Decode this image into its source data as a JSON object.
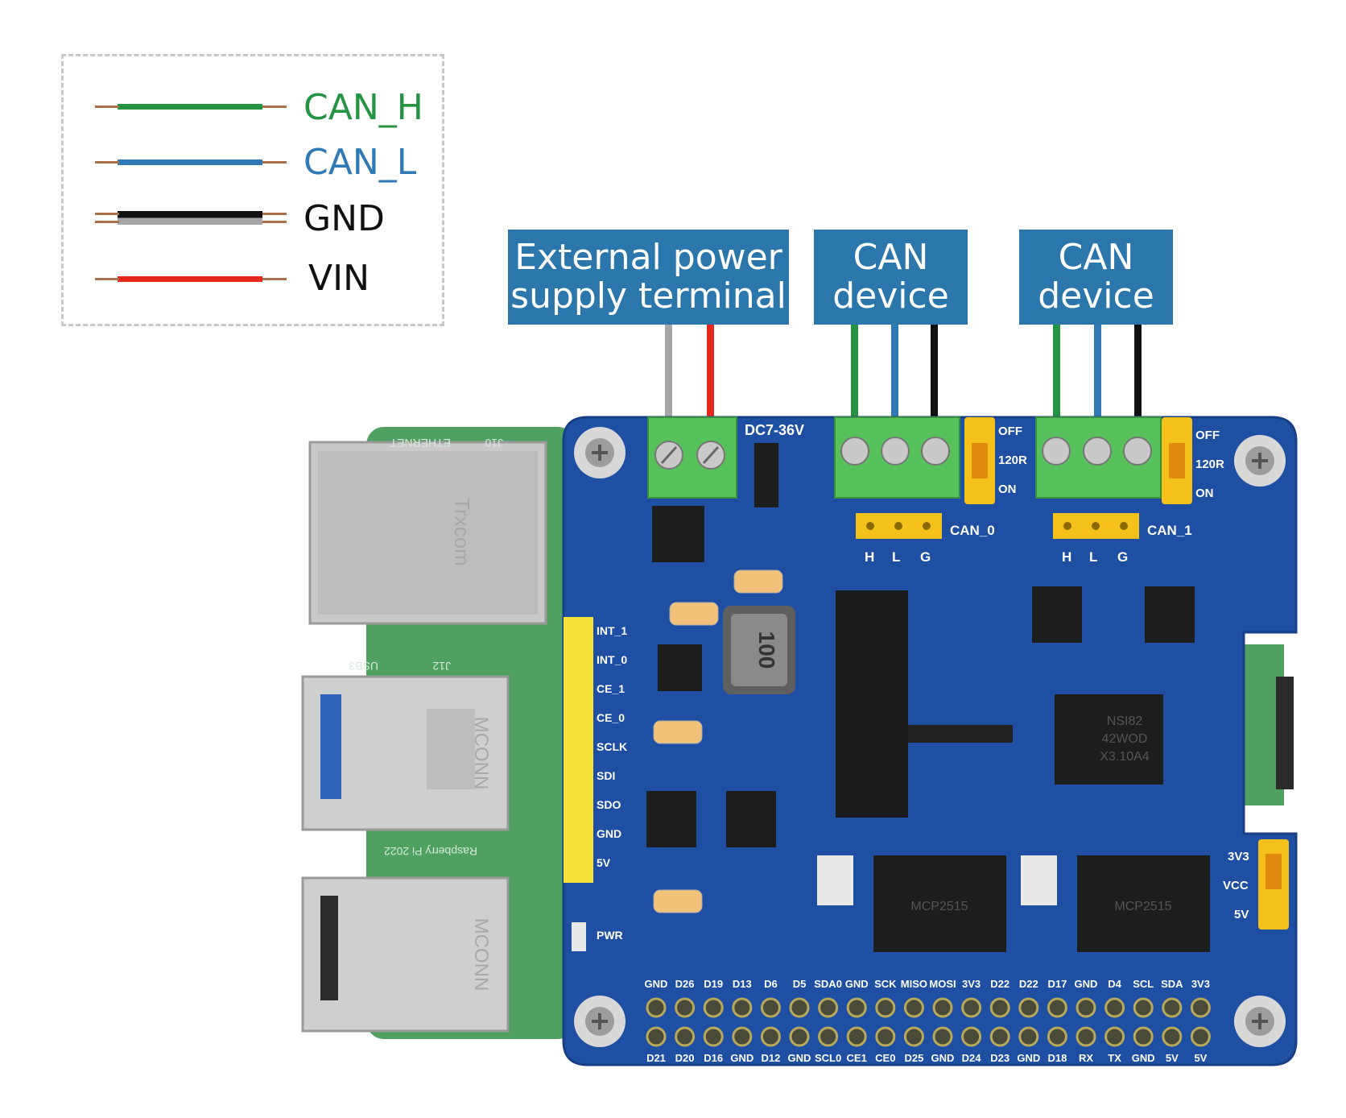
{
  "legend": {
    "items": [
      {
        "label": "CAN_H",
        "wire_color": "#249342",
        "label_color": "#249342"
      },
      {
        "label": "CAN_L",
        "wire_color": "#2f79b5",
        "label_color": "#2f79b5"
      },
      {
        "label": "GND",
        "wire_color": "#111111",
        "wire_color_2": "#a6a6a6",
        "label_color": "#111111"
      },
      {
        "label": "VIN",
        "wire_color": "#e5271d",
        "label_color": "#111111"
      }
    ]
  },
  "callouts": [
    {
      "line1": "External power",
      "line2": "supply terminal"
    },
    {
      "line1": "CAN",
      "line2": "device"
    },
    {
      "line1": "CAN",
      "line2": "device"
    }
  ],
  "board": {
    "power_label": "DC7-36V",
    "jumper_labels": [
      "OFF",
      "120R",
      "ON"
    ],
    "can_headers": [
      "CAN_0",
      "CAN_1"
    ],
    "hlg": [
      "H",
      "L",
      "G"
    ],
    "side_header_pins": [
      "INT_1",
      "INT_0",
      "CE_1",
      "CE_0",
      "SCLK",
      "SDI",
      "SDO",
      "GND",
      "5V"
    ],
    "pwr_label": "PWR",
    "vcc_select": [
      "3V3",
      "VCC",
      "5V"
    ],
    "gpio_top": [
      "GND",
      "D26",
      "D19",
      "D13",
      "D6",
      "D5",
      "SDA0",
      "GND",
      "SCK",
      "MISO",
      "MOSI",
      "3V3",
      "D22",
      "D22",
      "D17",
      "GND",
      "D4",
      "SCL",
      "SDA",
      "3V3"
    ],
    "gpio_bottom": [
      "D21",
      "D20",
      "D16",
      "GND",
      "D12",
      "GND",
      "SCL0",
      "CE1",
      "CE0",
      "D25",
      "GND",
      "D24",
      "D23",
      "GND",
      "D18",
      "RX",
      "TX",
      "GND",
      "5V",
      "5V"
    ],
    "inductor_text": "100",
    "chip_texts": [
      "NSI82",
      "42WOD",
      "X3.10A4"
    ],
    "mcp_texts": [
      "MCP2515",
      "MCP2515"
    ]
  },
  "pi": {
    "silk_texts": [
      "ETHERNET",
      "J10",
      "USB3",
      "J12",
      "Raspberry Pi 2022"
    ],
    "rj45_text": "Trxcom",
    "usb_brand": "MCONN"
  },
  "colors": {
    "callout_bg": "#2b77ac",
    "pcb_blue": "#1f4fa3",
    "pi_green": "#4fa061",
    "terminal_green": "#57c25b",
    "jumper_yellow": "#f3c11a"
  }
}
